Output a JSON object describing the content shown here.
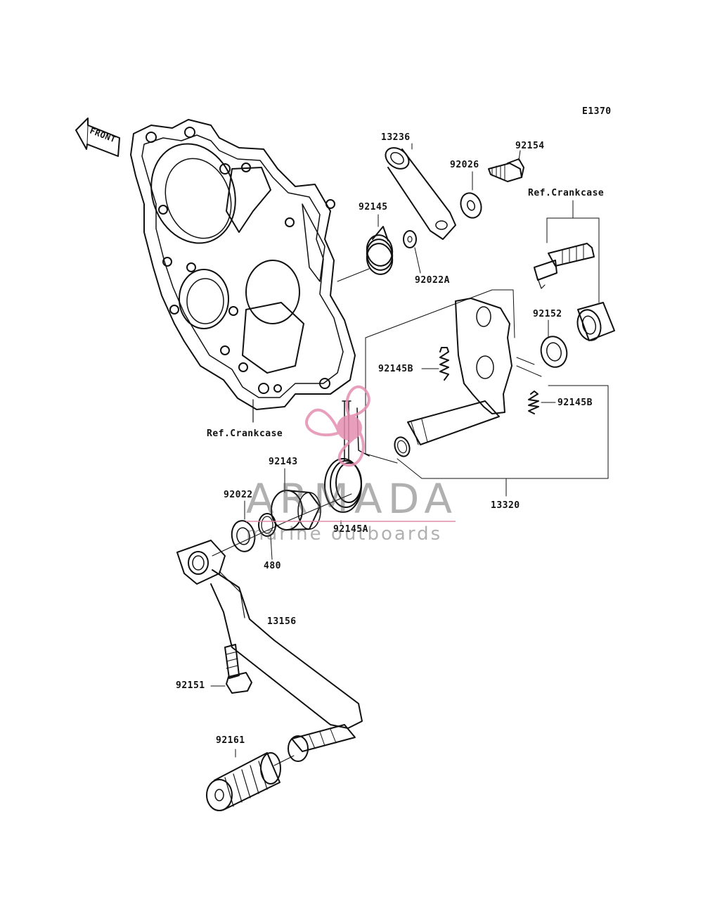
{
  "diagram_code": "E1370",
  "front_label": "FRONT",
  "labels": {
    "p13236": "13236",
    "p92154": "92154",
    "p92026": "92026",
    "ref_crankcase_top": "Ref.Crankcase",
    "p92145": "92145",
    "p92022A": "92022A",
    "p92152": "92152",
    "p92145B_left": "92145B",
    "p92145B_right": "92145B",
    "ref_crankcase_left": "Ref.Crankcase",
    "p92143": "92143",
    "p92022": "92022",
    "p92145A": "92145A",
    "p480": "480",
    "p13320": "13320",
    "p13156": "13156",
    "p92151": "92151",
    "p92161": "92161"
  },
  "watermark": {
    "brand": "ARMADA",
    "tagline": "marine outboards",
    "accent_color": "#e58fb0"
  }
}
